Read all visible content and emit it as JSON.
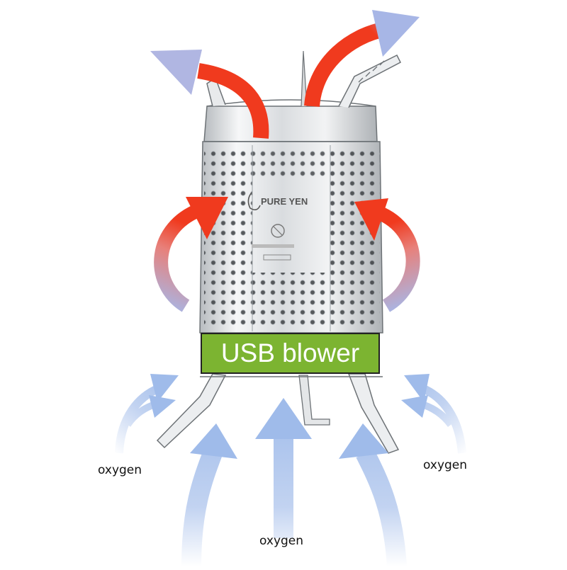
{
  "blower_label": "USB blower",
  "oxygen_labels": {
    "left": "oxygen",
    "right": "oxygen",
    "center": "oxygen"
  },
  "brand_text": "PURE YEN",
  "colors": {
    "hot_red": "#f03a1e",
    "cool_blue": "#9fbbea",
    "blower_green": "#7cb431",
    "steel": "#8a8f94"
  },
  "icons": [
    "stove-body-illustration",
    "heat-arrow",
    "airflow-arrow"
  ]
}
